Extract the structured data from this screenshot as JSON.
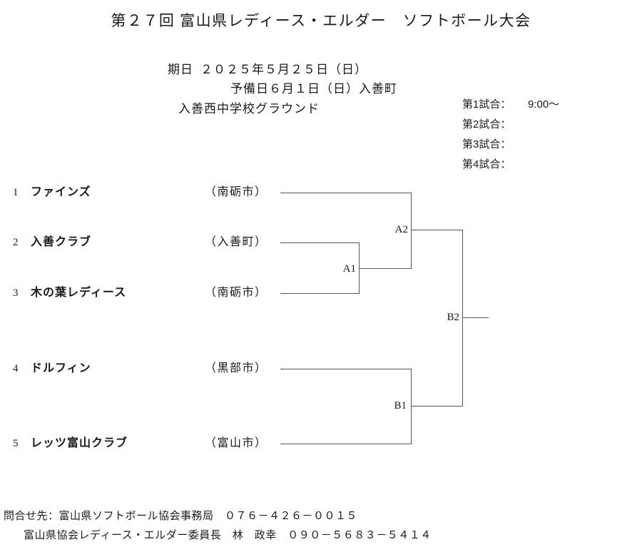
{
  "title": "第２７回 富山県レディース・エルダー　ソフトボール大会",
  "header": {
    "date_label": "期日",
    "date_value": "２０２５年５月２５日（日）",
    "reserve_date": "予備日６月１日（日）入善町",
    "venue": "入善西中学校グラウンド",
    "games": [
      {
        "label": "第1試合：",
        "time": "9:00～"
      },
      {
        "label": "第2試合：",
        "time": ""
      },
      {
        "label": "第3試合：",
        "time": ""
      },
      {
        "label": "第4試合：",
        "time": ""
      }
    ]
  },
  "bracket": {
    "teams": [
      {
        "seed": "1",
        "name": "ファインズ",
        "location": "（南砺市）"
      },
      {
        "seed": "2",
        "name": "入善クラブ",
        "location": "（入善町）"
      },
      {
        "seed": "3",
        "name": "木の葉レディース",
        "location": "（南砺市）"
      },
      {
        "seed": "4",
        "name": "ドルフィン",
        "location": "（黒部市）"
      },
      {
        "seed": "5",
        "name": "レッツ富山クラブ",
        "location": "（富山市）"
      }
    ],
    "matches": [
      {
        "id": "A1"
      },
      {
        "id": "A2"
      },
      {
        "id": "B1"
      },
      {
        "id": "B2"
      }
    ]
  },
  "footer": {
    "line1": "問合せ先：富山県ソフトボール協会事務局　０７６－４２６－００１５",
    "line2": "富山県協会レディース・エルダー委員長　林　政幸　０９０－５６８３－５４１４"
  }
}
